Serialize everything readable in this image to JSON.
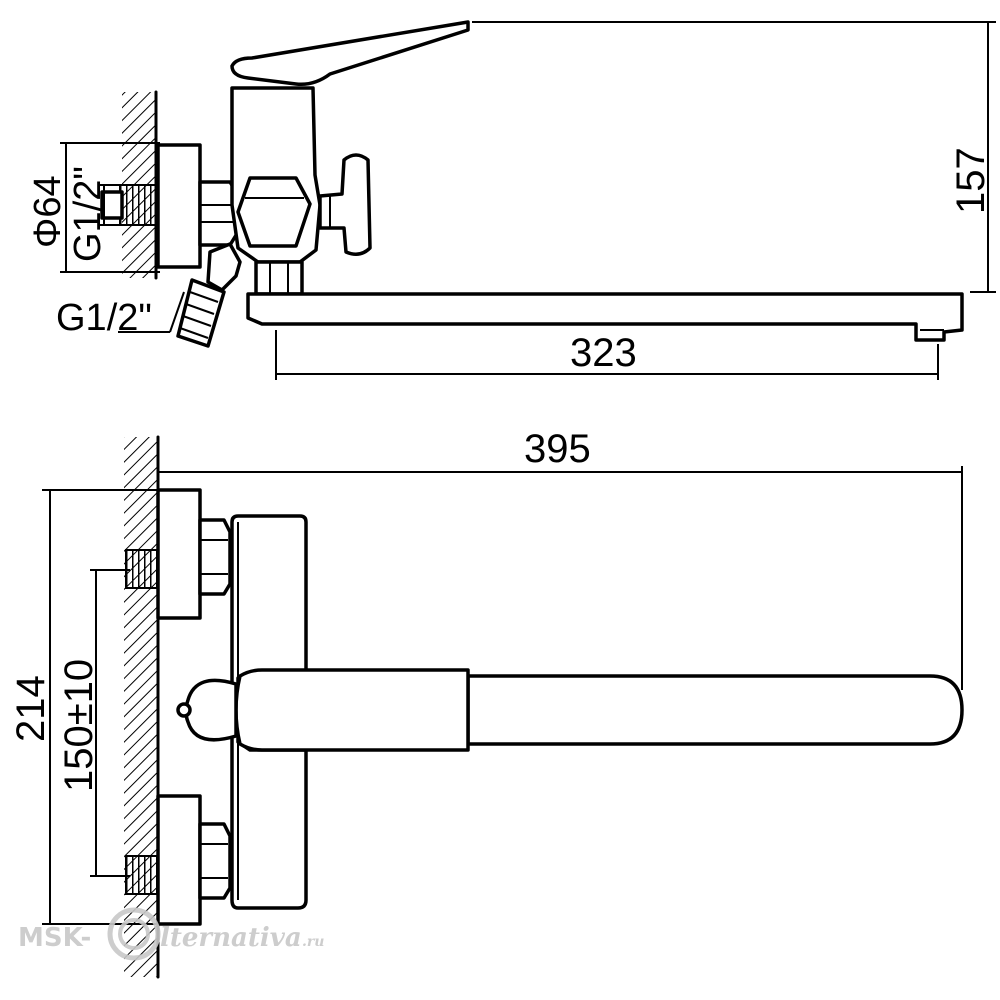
{
  "top_view": {
    "flange_diameter": "Φ64",
    "inlet_thread": "G1/2\"",
    "outlet_thread": "G1/2\"",
    "height": "157",
    "spout_length": "323"
  },
  "bottom_view": {
    "overall_length": "395",
    "overall_width": "214",
    "inlet_spacing": "150±10"
  },
  "watermark": {
    "prefix": "MSK-",
    "suffix": "lternativa",
    "domain": ".ru"
  }
}
